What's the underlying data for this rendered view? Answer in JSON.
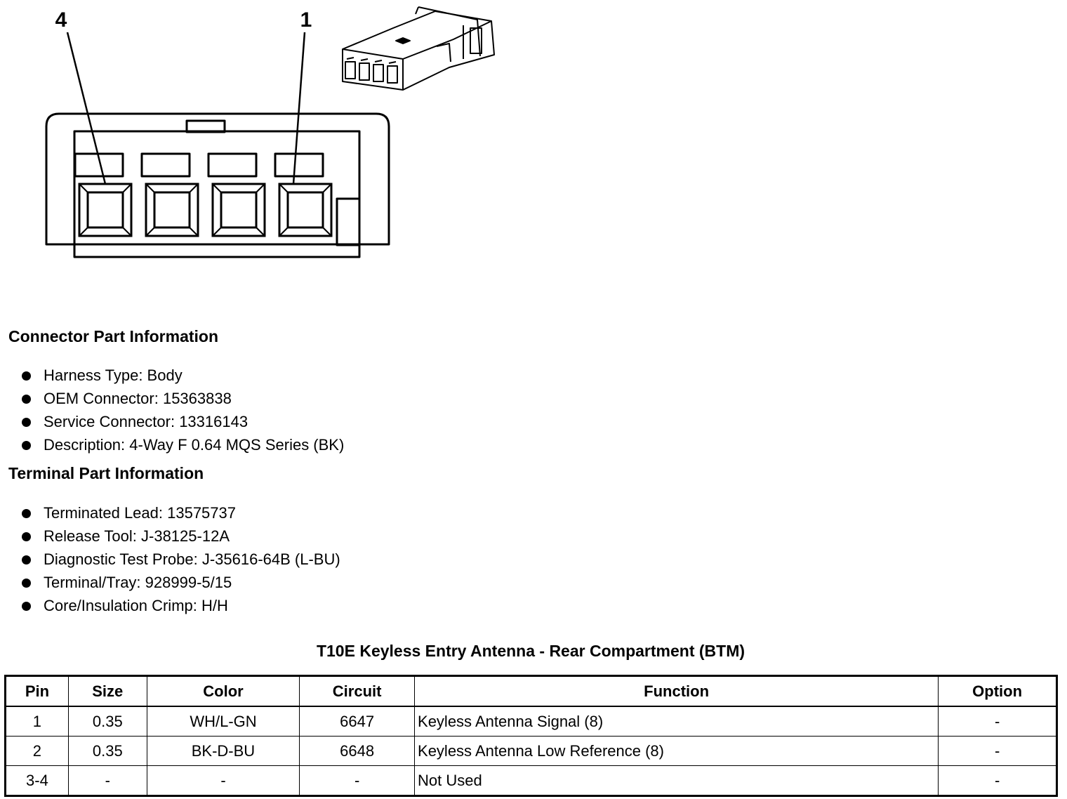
{
  "diagram": {
    "callout_left": "4",
    "callout_right": "1"
  },
  "connector_section": {
    "title": "Connector Part Information",
    "items": [
      "Harness Type: Body",
      "OEM Connector: 15363838",
      "Service Connector: 13316143",
      "Description: 4-Way F 0.64 MQS Series (BK)"
    ]
  },
  "terminal_section": {
    "title": "Terminal Part Information",
    "items": [
      "Terminated Lead: 13575737",
      "Release Tool: J-38125-12A",
      "Diagnostic Test Probe: J-35616-64B (L-BU)",
      "Terminal/Tray: 928999-5/15",
      "Core/Insulation Crimp: H/H"
    ]
  },
  "table": {
    "title": "T10E Keyless Entry Antenna - Rear Compartment (BTM)",
    "headers": [
      "Pin",
      "Size",
      "Color",
      "Circuit",
      "Function",
      "Option"
    ],
    "rows": [
      [
        "1",
        "0.35",
        "WH/L-GN",
        "6647",
        "Keyless Antenna Signal (8)",
        "-"
      ],
      [
        "2",
        "0.35",
        "BK-D-BU",
        "6648",
        "Keyless Antenna Low Reference (8)",
        "-"
      ],
      [
        "3-4",
        "-",
        "-",
        "-",
        "Not Used",
        "-"
      ]
    ]
  }
}
